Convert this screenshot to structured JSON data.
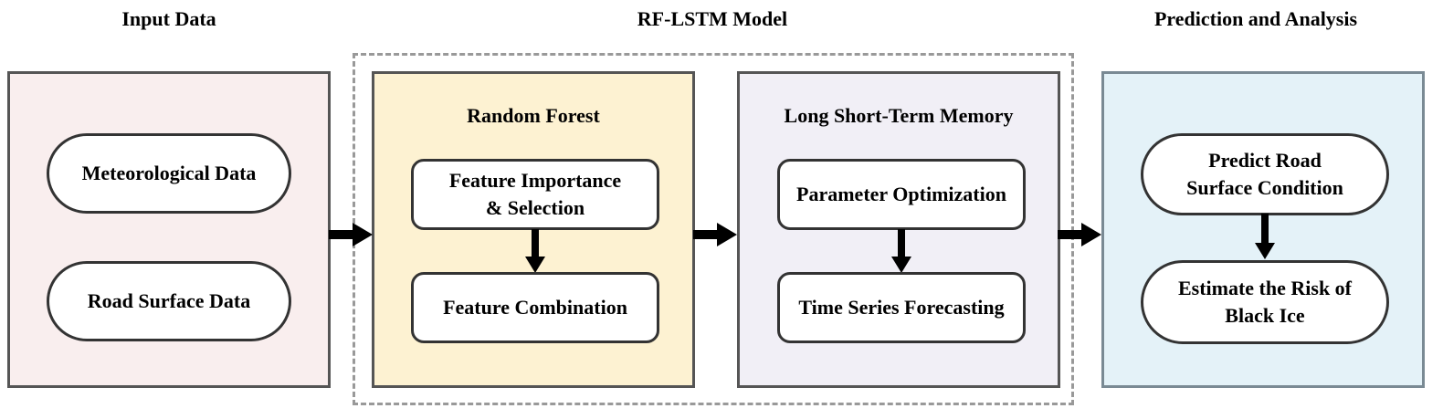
{
  "headings": {
    "input": "Input Data",
    "model": "RF-LSTM Model",
    "prediction": "Prediction and Analysis"
  },
  "input_panel": {
    "items": [
      "Meteorological Data",
      "Road Surface Data"
    ]
  },
  "rf_panel": {
    "title": "Random Forest",
    "items": [
      "Feature Importance\n& Selection",
      "Feature Combination"
    ]
  },
  "lstm_panel": {
    "title": "Long Short-Term Memory",
    "items": [
      "Parameter Optimization",
      "Time Series Forecasting"
    ]
  },
  "prediction_panel": {
    "items": [
      "Predict Road\nSurface Condition",
      "Estimate the Risk of\nBlack Ice"
    ]
  },
  "colors": {
    "input_bg": "#f9eeee",
    "rf_bg": "#fdf2d2",
    "lstm_bg": "#f1eff6",
    "prediction_bg": "#e4f2f8",
    "prediction_border": "#7a8a94"
  }
}
